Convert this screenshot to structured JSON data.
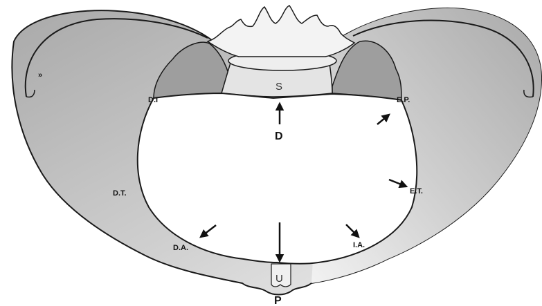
{
  "colors": {
    "bone_outer": "#b8b8b8",
    "bone_light": "#e6e6e6",
    "sacroiliac": "#9e9e9e",
    "sacrum": "#e4e4e4",
    "outline": "#1a1a1a",
    "inlet": "#ffffff"
  },
  "labels": {
    "sacrum_mark": "S",
    "diameter_top": "D",
    "diameter_bottom": "P",
    "pubis_mark": "U",
    "left_pelvic_brim": "D.I",
    "right_pelvic_brim": "E.P.",
    "left_transverse": "D.T.",
    "right_transverse": "E.T.",
    "left_oblique": "D.A.",
    "right_oblique": "I.A.",
    "iliac_mark": "»"
  },
  "icons": {
    "diameter_arrows": "arrow-icon",
    "iliac_crest": "iliac-crest-icon"
  }
}
